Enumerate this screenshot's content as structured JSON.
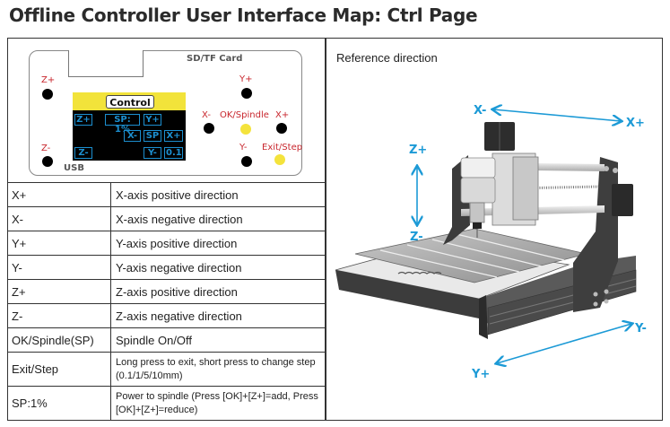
{
  "title": "Offline Controller User Interface Map: Ctrl Page",
  "panel": {
    "sd_card_label": "SD/TF Card",
    "usb_label": "USB",
    "buttons": {
      "z_plus": "Z+",
      "z_minus": "Z-",
      "y_plus": "Y+",
      "y_minus": "Y-",
      "x_minus": "X-",
      "x_plus": "X+",
      "ok_spindle": "OK/Spindle",
      "exit_step": "Exit/Step"
    },
    "button_colors": {
      "direction": "#000000",
      "function": "#f4e33c"
    },
    "label_color": "#c8262d",
    "screen": {
      "header": "Control",
      "header_bg": "#f2e33a",
      "keys": {
        "z_plus": "Z+",
        "sp_power": "SP: 1%",
        "y_plus": "Y+",
        "x_minus": "X-",
        "sp": "SP",
        "x_plus": "X+",
        "z_minus": "Z-",
        "y_minus": "Y-",
        "step": "0.1"
      },
      "key_color": "#1c8fcf"
    }
  },
  "table": {
    "rows": [
      {
        "key": "X+",
        "desc": "X-axis positive direction"
      },
      {
        "key": "X-",
        "desc": "X-axis negative direction"
      },
      {
        "key": "Y+",
        "desc": "Y-axis positive direction"
      },
      {
        "key": "Y-",
        "desc": "Y-axis negative direction"
      },
      {
        "key": "Z+",
        "desc": "Z-axis positive direction"
      },
      {
        "key": "Z-",
        "desc": "Z-axis negative direction"
      },
      {
        "key": "OK/Spindle(SP)",
        "desc": "Spindle On/Off"
      },
      {
        "key": "Exit/Step",
        "desc": "Long press to exit, short press to change step (0.1/1/5/10mm)"
      },
      {
        "key": "SP:1%",
        "desc": "Power to spindle (Press [OK]+[Z+]=add, Press [OK]+[Z+]=reduce)"
      }
    ]
  },
  "reference": {
    "title": "Reference direction",
    "axis_color": "#1c9ad6",
    "axes": {
      "x_minus": "X-",
      "x_plus": "X+",
      "z_plus": "Z+",
      "z_minus": "Z-",
      "y_minus": "Y-",
      "y_plus": "Y+"
    },
    "image_description": "3D CNC router machine illustration"
  }
}
